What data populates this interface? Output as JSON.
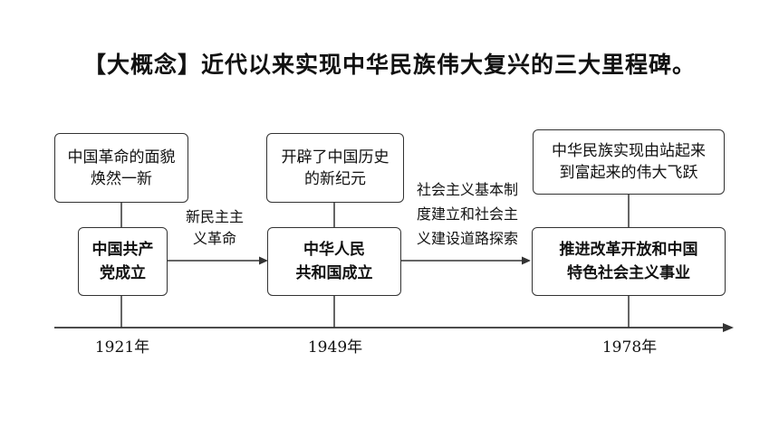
{
  "title": "【大概念】近代以来实现中华民族伟大复兴的三大里程碑。",
  "milestones": [
    {
      "event_lines": [
        "中国共产",
        "党成立"
      ],
      "significance_lines": [
        "中国革命的面貌",
        "焕然一新"
      ],
      "year": "1921年"
    },
    {
      "event_lines": [
        "中华人民",
        "共和国成立"
      ],
      "significance_lines": [
        "开辟了中国历史",
        "的新纪元"
      ],
      "year": "1949年"
    },
    {
      "event_lines": [
        "推进改革开放和中国",
        "特色社会主义事业"
      ],
      "significance_lines": [
        "中华民族实现由站起来",
        "到富起来的伟大飞跃"
      ],
      "year": "1978年"
    }
  ],
  "transitions": [
    {
      "lines": [
        "新民主主",
        "义革命"
      ]
    },
    {
      "lines": [
        "社会主义基本制",
        "度建立和社会主",
        "义建设道路探索"
      ]
    }
  ]
}
